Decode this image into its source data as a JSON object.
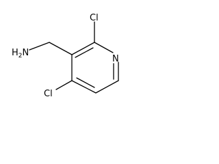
{
  "molecule": {
    "atoms": {
      "amine": {
        "main": "H",
        "sub": "2",
        "tail": "N"
      },
      "cl_top": "Cl",
      "cl_bottom": "Cl",
      "ring_n": "N"
    }
  }
}
